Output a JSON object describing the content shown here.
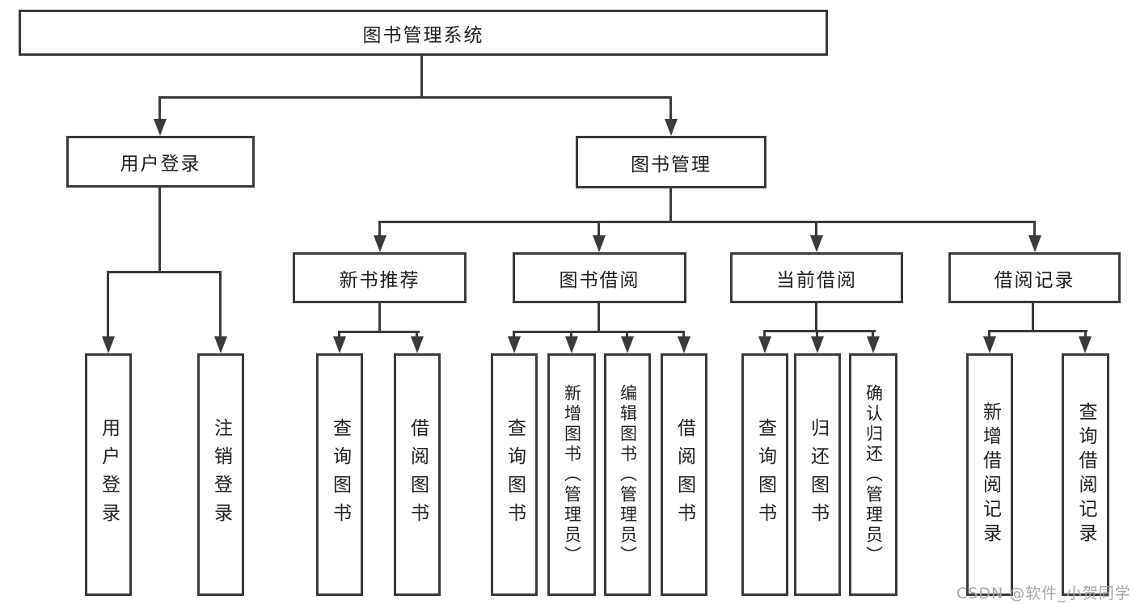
{
  "page": {
    "background": "#ffffff"
  },
  "colors": {
    "line": "#3a3a3a",
    "box_border": "#3a3a3a",
    "text": "#1f1f1f",
    "watermark": "#a6a6a6"
  },
  "tree": {
    "label": "图书管理系统",
    "children": [
      {
        "label": "用户登录",
        "children": [
          {
            "label": "用户登录"
          },
          {
            "label": "注销登录"
          }
        ]
      },
      {
        "label": "图书管理",
        "children": [
          {
            "label": "新书推荐",
            "children": [
              {
                "label": "查询图书"
              },
              {
                "label": "借阅图书"
              }
            ]
          },
          {
            "label": "图书借阅",
            "children": [
              {
                "label": "查询图书"
              },
              {
                "label": "新增图书（管理员）"
              },
              {
                "label": "编辑图书（管理员）"
              },
              {
                "label": "借阅图书"
              }
            ]
          },
          {
            "label": "当前借阅",
            "children": [
              {
                "label": "查询图书"
              },
              {
                "label": "归还图书"
              },
              {
                "label": "确认归还（管理员）"
              }
            ]
          },
          {
            "label": "借阅记录",
            "children": [
              {
                "label": "新增借阅记录"
              },
              {
                "label": "查询借阅记录"
              }
            ]
          }
        ]
      }
    ]
  },
  "watermark": {
    "text": "CSDN @软件_小贺同学"
  }
}
